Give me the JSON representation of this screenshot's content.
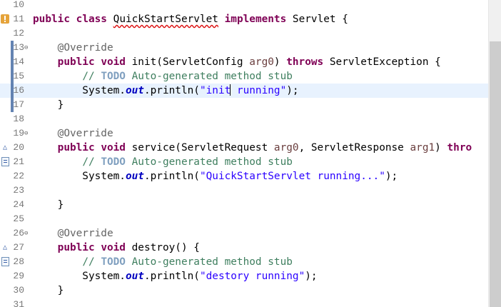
{
  "lines": [
    {
      "n": "10",
      "segs": []
    },
    {
      "n": "11",
      "marker": "warn",
      "segs": [
        {
          "t": "public",
          "c": "kw"
        },
        {
          "t": " "
        },
        {
          "t": "class",
          "c": "kw"
        },
        {
          "t": " "
        },
        {
          "t": "QuickStartServlet",
          "c": "squiggle"
        },
        {
          "t": " "
        },
        {
          "t": "implements",
          "c": "kw"
        },
        {
          "t": " Servlet {"
        }
      ]
    },
    {
      "n": "12",
      "segs": []
    },
    {
      "n": "13",
      "fold": true,
      "changed": true,
      "segs": [
        {
          "t": "    "
        },
        {
          "t": "@Override",
          "c": "ann"
        }
      ]
    },
    {
      "n": "14",
      "changed": true,
      "segs": [
        {
          "t": "    "
        },
        {
          "t": "public",
          "c": "kw"
        },
        {
          "t": " "
        },
        {
          "t": "void",
          "c": "kw"
        },
        {
          "t": " init(ServletConfig "
        },
        {
          "t": "arg0",
          "c": "par"
        },
        {
          "t": ") "
        },
        {
          "t": "throws",
          "c": "kw"
        },
        {
          "t": " ServletException {"
        }
      ]
    },
    {
      "n": "15",
      "changed": true,
      "segs": [
        {
          "t": "        "
        },
        {
          "t": "// ",
          "c": "cmt"
        },
        {
          "t": "TODO",
          "c": "todo"
        },
        {
          "t": " Auto-generated method stub",
          "c": "cmt"
        }
      ]
    },
    {
      "n": "16",
      "changed": true,
      "current": true,
      "segs": [
        {
          "t": "        System."
        },
        {
          "t": "out",
          "c": "fld"
        },
        {
          "t": ".println("
        },
        {
          "t": "\"init",
          "c": "str"
        },
        {
          "caret": true
        },
        {
          "t": " running\"",
          "c": "str"
        },
        {
          "t": ");"
        }
      ]
    },
    {
      "n": "17",
      "changed": true,
      "segs": [
        {
          "t": "    }"
        }
      ]
    },
    {
      "n": "18",
      "segs": []
    },
    {
      "n": "19",
      "fold": true,
      "segs": [
        {
          "t": "    "
        },
        {
          "t": "@Override",
          "c": "ann"
        }
      ]
    },
    {
      "n": "20",
      "marker": "override",
      "segs": [
        {
          "t": "    "
        },
        {
          "t": "public",
          "c": "kw"
        },
        {
          "t": " "
        },
        {
          "t": "void",
          "c": "kw"
        },
        {
          "t": " service(ServletRequest "
        },
        {
          "t": "arg0",
          "c": "par"
        },
        {
          "t": ", ServletResponse "
        },
        {
          "t": "arg1",
          "c": "par"
        },
        {
          "t": ") "
        },
        {
          "t": "thro",
          "c": "kw"
        }
      ]
    },
    {
      "n": "21",
      "marker": "task",
      "segs": [
        {
          "t": "        "
        },
        {
          "t": "// ",
          "c": "cmt"
        },
        {
          "t": "TODO",
          "c": "todo"
        },
        {
          "t": " Auto-generated method stub",
          "c": "cmt"
        }
      ]
    },
    {
      "n": "22",
      "segs": [
        {
          "t": "        System."
        },
        {
          "t": "out",
          "c": "fld"
        },
        {
          "t": ".println("
        },
        {
          "t": "\"QuickStartServlet running...\"",
          "c": "str"
        },
        {
          "t": ");"
        }
      ]
    },
    {
      "n": "23",
      "segs": []
    },
    {
      "n": "24",
      "segs": [
        {
          "t": "    }"
        }
      ]
    },
    {
      "n": "25",
      "segs": []
    },
    {
      "n": "26",
      "fold": true,
      "segs": [
        {
          "t": "    "
        },
        {
          "t": "@Override",
          "c": "ann"
        }
      ]
    },
    {
      "n": "27",
      "marker": "override",
      "segs": [
        {
          "t": "    "
        },
        {
          "t": "public",
          "c": "kw"
        },
        {
          "t": " "
        },
        {
          "t": "void",
          "c": "kw"
        },
        {
          "t": " destroy() {"
        }
      ]
    },
    {
      "n": "28",
      "marker": "task",
      "segs": [
        {
          "t": "        "
        },
        {
          "t": "// ",
          "c": "cmt"
        },
        {
          "t": "TODO",
          "c": "todo"
        },
        {
          "t": " Auto-generated method stub",
          "c": "cmt"
        }
      ]
    },
    {
      "n": "29",
      "segs": [
        {
          "t": "        System."
        },
        {
          "t": "out",
          "c": "fld"
        },
        {
          "t": ".println("
        },
        {
          "t": "\"destory running\"",
          "c": "str"
        },
        {
          "t": ");"
        }
      ]
    },
    {
      "n": "30",
      "segs": [
        {
          "t": "    }"
        }
      ]
    },
    {
      "n": "31",
      "segs": []
    }
  ],
  "icons": {
    "warn": "warning-icon",
    "override": "override-triangle-icon",
    "task": "task-marker-icon",
    "fold": "fold-collapse-icon"
  },
  "colors": {
    "keyword": "#7f0055",
    "annotation": "#646464",
    "comment": "#3f7f5f",
    "todo": "#7f9fbf",
    "string": "#2a00ff",
    "static_field": "#0000c0",
    "parameter": "#6a3e3e",
    "current_line": "#e8f2fe"
  }
}
